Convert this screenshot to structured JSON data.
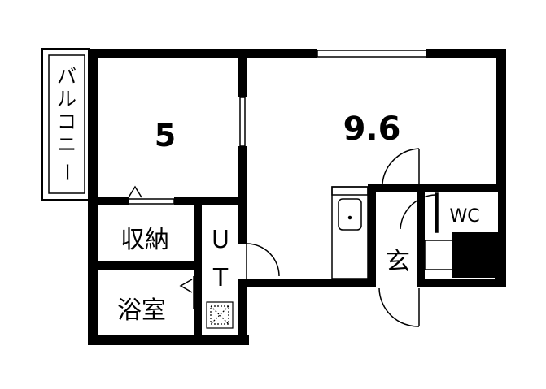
{
  "rooms": {
    "western_room": {
      "size": "5"
    },
    "main_room": {
      "size": "9.6"
    },
    "balcony": {
      "label_chars": [
        "バ",
        "ル",
        "コ",
        "ニ",
        "ー"
      ]
    },
    "storage": {
      "label": "収納"
    },
    "bath": {
      "label": "浴室"
    },
    "utility": {
      "label_chars": [
        "U",
        "T"
      ]
    },
    "toilet": {
      "label": "WC"
    },
    "entrance": {
      "label": "玄"
    }
  },
  "colors": {
    "wall": "#000000",
    "background": "#ffffff"
  }
}
